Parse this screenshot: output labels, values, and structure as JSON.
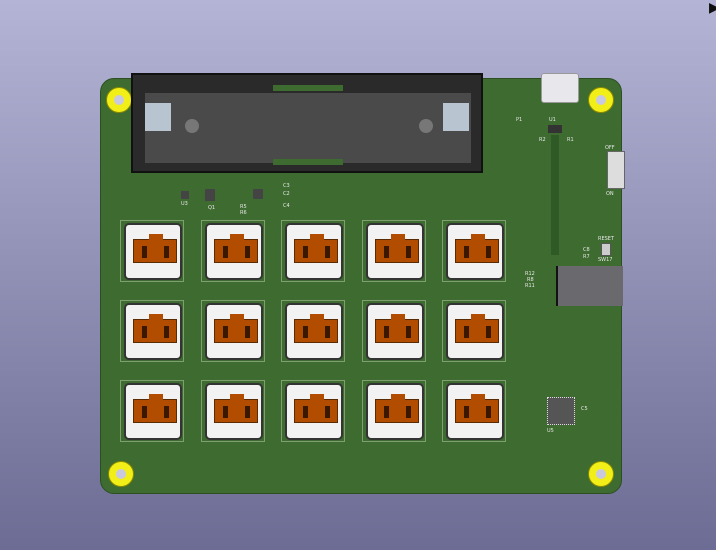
{
  "board": {
    "color": "#3e6b30",
    "hole_color": "#f2ee18",
    "keycap_color": "#b24d00"
  },
  "switch_grid": {
    "rows": 3,
    "cols": 5
  },
  "labels": {
    "u1": "U1",
    "p1": "P1",
    "off": "OFF",
    "on": "ON",
    "reset": "RESET",
    "sw17": "SW17",
    "c8": "C8",
    "r7": "R7",
    "r12": "R12",
    "r8": "R8",
    "r11": "R11",
    "u5": "U5",
    "c5": "C5",
    "q1": "Q1",
    "u3": "U3",
    "c3": "C3",
    "c2": "C2",
    "c4": "C4",
    "r5": "R5",
    "r6": "R6",
    "r1": "R1",
    "r2": "R2"
  },
  "viewer": {
    "corner_icon": "arrow-cursor-icon"
  }
}
